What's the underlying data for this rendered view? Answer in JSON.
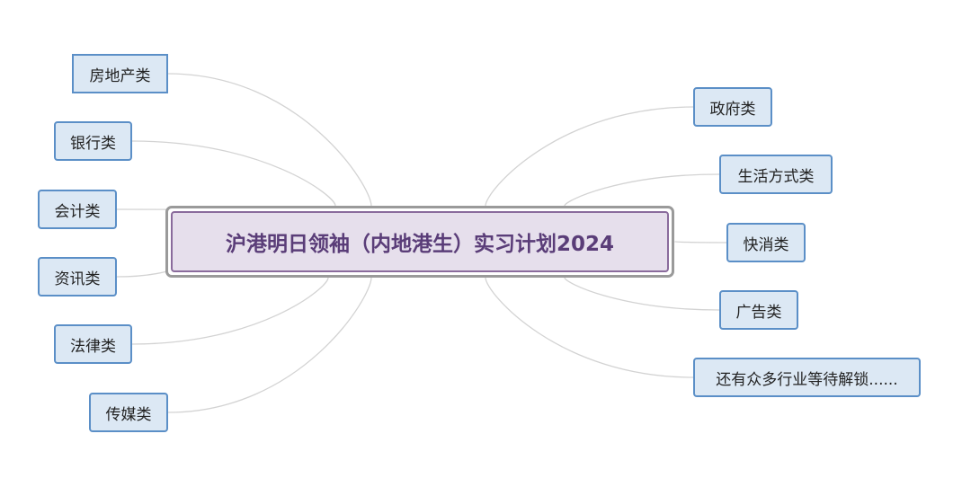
{
  "diagram": {
    "type": "mind-map",
    "central_topic": "沪港明日领袖（内地港生）实习计划2024",
    "left_branches": [
      "房地产类",
      "银行类",
      "会计类",
      "资讯类",
      "法律类",
      "传媒类"
    ],
    "right_branches": [
      "政府类",
      "生活方式类",
      "快消类",
      "广告类",
      "还有众多行业等待解锁......"
    ]
  },
  "colors": {
    "central_fill": "#e6dfec",
    "central_border": "#8a6b9c",
    "central_text": "#5a3d78",
    "topic_fill": "#dce8f4",
    "topic_border": "#5b8fc7",
    "connector": "#d3d3d3"
  }
}
